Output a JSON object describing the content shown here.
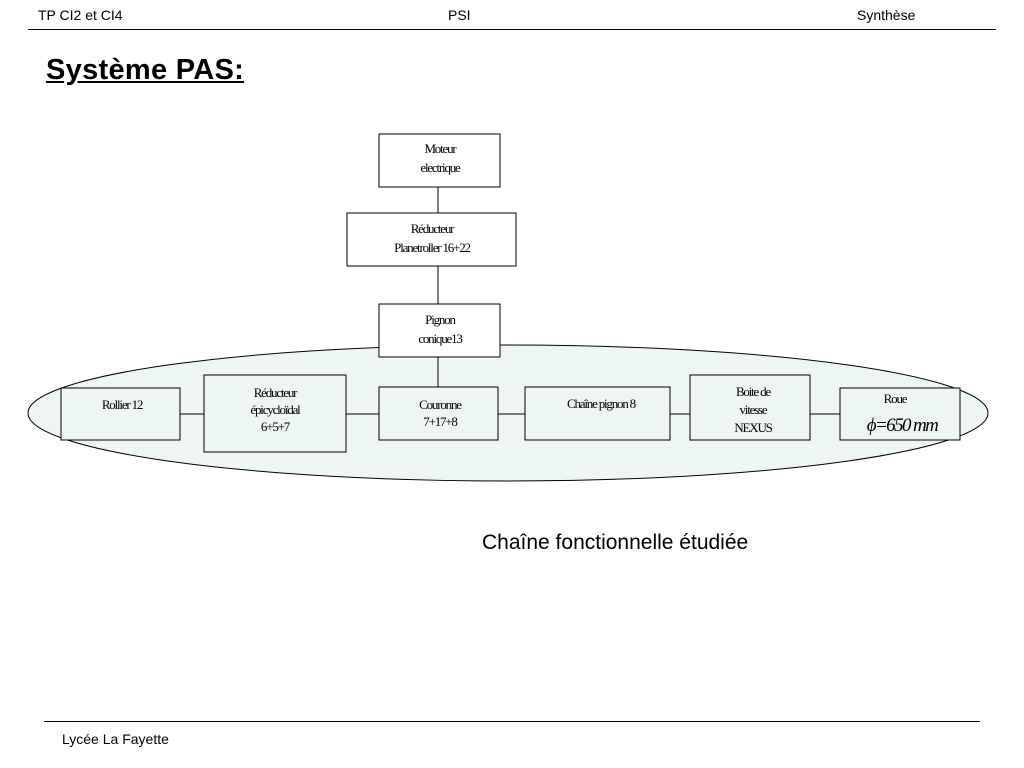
{
  "header": {
    "left": "TP CI2 et CI4",
    "center": "PSI",
    "right": "Synthèse"
  },
  "title": "Système PAS:",
  "diagram": {
    "vertical_chain": [
      {
        "id": "motor",
        "lines": [
          "Moteur",
          "electrique"
        ]
      },
      {
        "id": "reducer",
        "lines": [
          "Réducteur",
          "Planetroller 16+22"
        ]
      },
      {
        "id": "pinion",
        "lines": [
          "Pignon",
          "conique13"
        ]
      }
    ],
    "horizontal_chain": [
      {
        "id": "roller",
        "lines": [
          "Rollier 12"
        ]
      },
      {
        "id": "epicyclic",
        "lines": [
          "Réducteur",
          "épicycloïdal",
          "6+5+7"
        ]
      },
      {
        "id": "crown",
        "lines": [
          "Couronne",
          "7+17+8"
        ]
      },
      {
        "id": "chain-pinion",
        "lines": [
          "Chaîne pignon 8"
        ]
      },
      {
        "id": "gearbox",
        "lines": [
          "Boite de",
          "vitesse",
          "NEXUS"
        ]
      },
      {
        "id": "wheel",
        "lines": [
          "Roue",
          "ϕ=650 mm"
        ]
      }
    ],
    "highlight_fill": "#eef5f5"
  },
  "caption": "Chaîne fonctionnelle étudiée",
  "footer": "Lycée La Fayette"
}
